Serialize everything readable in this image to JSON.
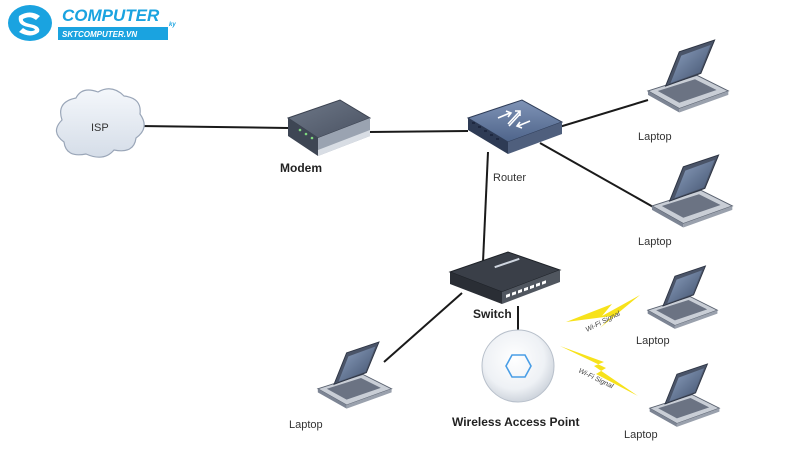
{
  "logo": {
    "main": "COMPUTER",
    "tiny": "ky",
    "sub": "SKTCOMPUTER.VN"
  },
  "nodes": {
    "isp": "ISP",
    "modem": "Modem",
    "router": "Router",
    "switch": "Switch",
    "wap": "Wireless Access Point",
    "laptop_1": "Laptop",
    "laptop_2": "Laptop",
    "laptop_3": "Laptop",
    "laptop_4": "Laptop",
    "laptop_5": "Laptop"
  },
  "signals": {
    "upper": "Wi-Fi Signal",
    "lower": "Wi-Fi Signal"
  },
  "colors": {
    "logo_blue": "#1aa3e0",
    "signal_yellow": "#f7e21b",
    "link_line": "#1a1a1a"
  }
}
